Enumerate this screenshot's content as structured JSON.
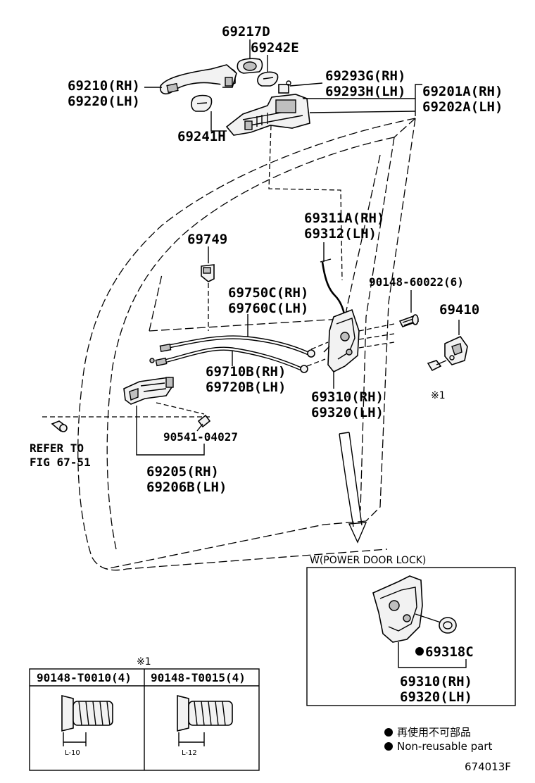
{
  "labels": {
    "p69217d": "69217D",
    "p69242e": "69242E",
    "p69210": "69210(RH)",
    "p69220": "69220(LH)",
    "p69293g": "69293G(RH)",
    "p69293h": "69293H(LH)",
    "p69201a": "69201A(RH)",
    "p69202a": "69202A(LH)",
    "p69241h": "69241H",
    "p69311a": "69311A(RH)",
    "p69312": "69312(LH)",
    "p69749": "69749",
    "p90148_60022": "90148-60022(6)",
    "p69750c": "69750C(RH)",
    "p69760c": "69760C(LH)",
    "p69410": "69410",
    "note1_mark": "※1",
    "p69710b": "69710B(RH)",
    "p69720b": "69720B(LH)",
    "p69310": "69310(RH)",
    "p69320": "69320(LH)",
    "refer1": "REFER TO",
    "refer2": "FIG 67-51",
    "p90541": "90541-04027",
    "p69205": "69205(RH)",
    "p69206b": "69206B(LH)"
  },
  "inset": {
    "title": "W(POWER DOOR LOCK)",
    "part_c": "69318C",
    "p69310": "69310(RH)",
    "p69320": "69320(LH)"
  },
  "screw_table": {
    "mark": "※1",
    "col1": "90148-T0010(4)",
    "col2": "90148-T0015(4)",
    "len1": "L-10",
    "len2": "L-12"
  },
  "legend": {
    "jp": "再使用不可部品",
    "en": "Non-reusable part"
  },
  "figure_code": "674013F"
}
